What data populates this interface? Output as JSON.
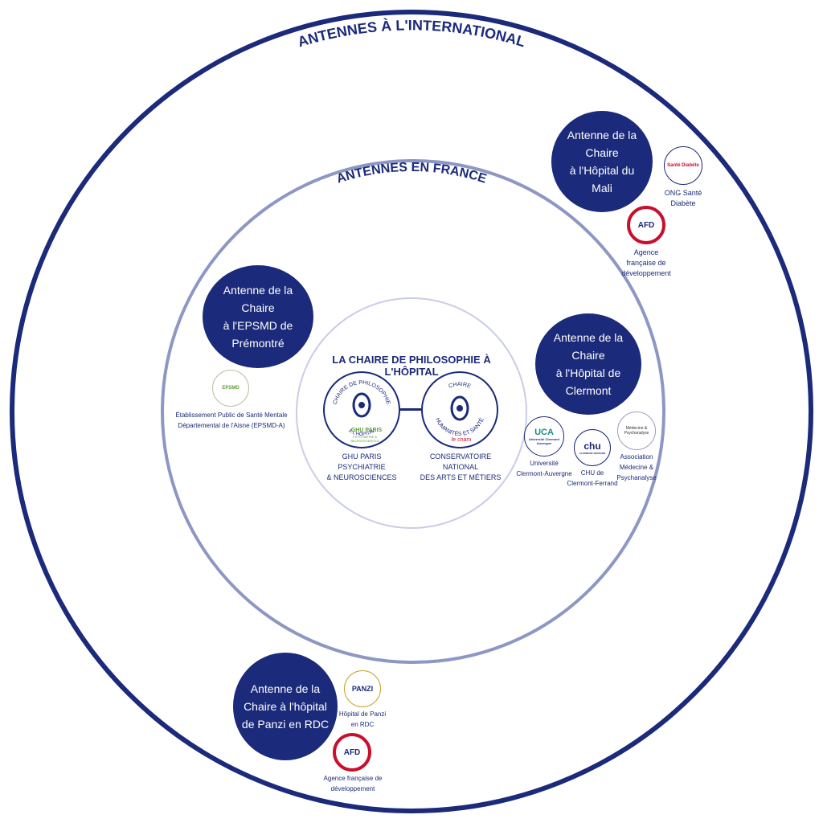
{
  "outer_ring": {
    "title": "ANTENNES À L'INTERNATIONAL"
  },
  "middle_ring": {
    "title": "ANTENNES EN FRANCE"
  },
  "center": {
    "title": "LA CHAIRE DE PHILOSOPHIE À L'HÔPITAL",
    "left_emblem": {
      "arc_top": "CHAIRE DE PHILOSOPHIE",
      "arc_bottom": "À L'HÔPITAL",
      "logo_text": "GHU PARIS",
      "logo_subtext": "PSYCHIATRIE & NEUROSCIENCES",
      "caption": "GHU PARIS PSYCHIATRIE\n& NEUROSCIENCES"
    },
    "right_emblem": {
      "arc_top": "CHAIRE",
      "arc_bottom": "HUMANITÉS ET SANTÉ",
      "logo_text": "le cnam",
      "caption": "CONSERVATOIRE NATIONAL\nDES ARTS ET MÉTIERS"
    }
  },
  "antennes": {
    "mali": {
      "label": "Antenne de la\nChaire\nà l'Hôpital du Mali"
    },
    "premontre": {
      "label": "Antenne de la\nChaire\nà l'EPSMD de\nPrémontré"
    },
    "clermont": {
      "label": "Antenne de la\nChaire\nà l'Hôpital de\nClermont"
    },
    "panzi": {
      "label": "Antenne de la\nChaire à l'hôpital\nde Panzi en RDC"
    }
  },
  "partners": {
    "sante_diabete": {
      "logo": "Santé Diabète",
      "caption": "ONG Santé Diabète"
    },
    "afd_mali": {
      "logo": "AFD",
      "caption": "Agence\nfrançaise de\ndéveloppement"
    },
    "epsmd": {
      "logo": "EPSMD",
      "caption": "Établissement Public de Santé Mentale\nDépartemental de l'Aisne (EPSMD-A)"
    },
    "uca": {
      "logo": "UCA",
      "logo_sub": "Université Clermont Auvergne",
      "caption": "Université\nClermont-Auvergne"
    },
    "chu": {
      "logo": "chu",
      "logo_sub": "CLERMONT-FERRAND",
      "caption": "CHU de\nClermont-Ferrand"
    },
    "amp": {
      "logo": "Médecine & Psychanalyse",
      "caption": "Association\nMédecine &\nPsychanalyse"
    },
    "panzi": {
      "logo": "PANZI",
      "caption": "Hôpital de Panzi\nen RDC"
    },
    "afd_panzi": {
      "logo": "AFD",
      "caption": "Agence française de\ndéveloppement"
    }
  },
  "colors": {
    "navy": "#1b2a7a",
    "mid_ring": "#8e97c4",
    "inner_ring": "#c9cde6",
    "afd_red": "#c8102e",
    "green": "#5a9e3a"
  }
}
